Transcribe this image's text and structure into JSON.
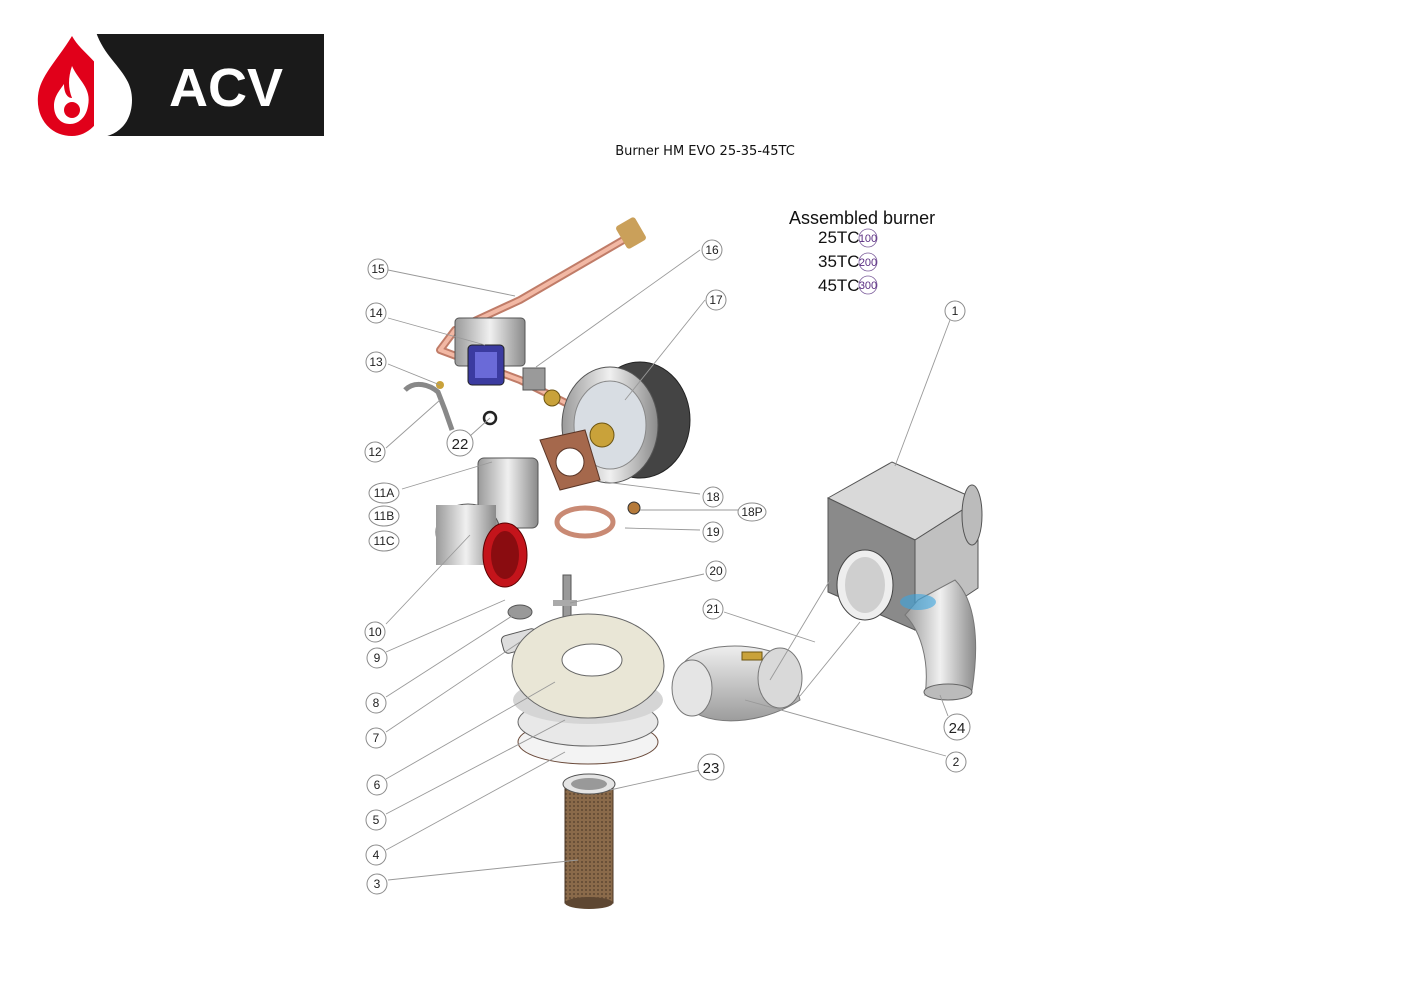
{
  "brand": {
    "name": "ACV",
    "flame_color": "#e1001a",
    "block_color": "#1a1a1a"
  },
  "title": "Burner HM EVO 25-35-45TC",
  "assembled": {
    "title": "Assembled burner",
    "models": [
      {
        "model": "25TC",
        "code": "100"
      },
      {
        "model": "35TC",
        "code": "200"
      },
      {
        "model": "45TC",
        "code": "300"
      }
    ]
  },
  "callouts": [
    "1",
    "2",
    "3",
    "4",
    "5",
    "6",
    "7",
    "8",
    "9",
    "10",
    "11A",
    "11B",
    "11C",
    "12",
    "13",
    "14",
    "15",
    "16",
    "17",
    "18",
    "18P",
    "19",
    "20",
    "21",
    "22",
    "23",
    "24"
  ]
}
